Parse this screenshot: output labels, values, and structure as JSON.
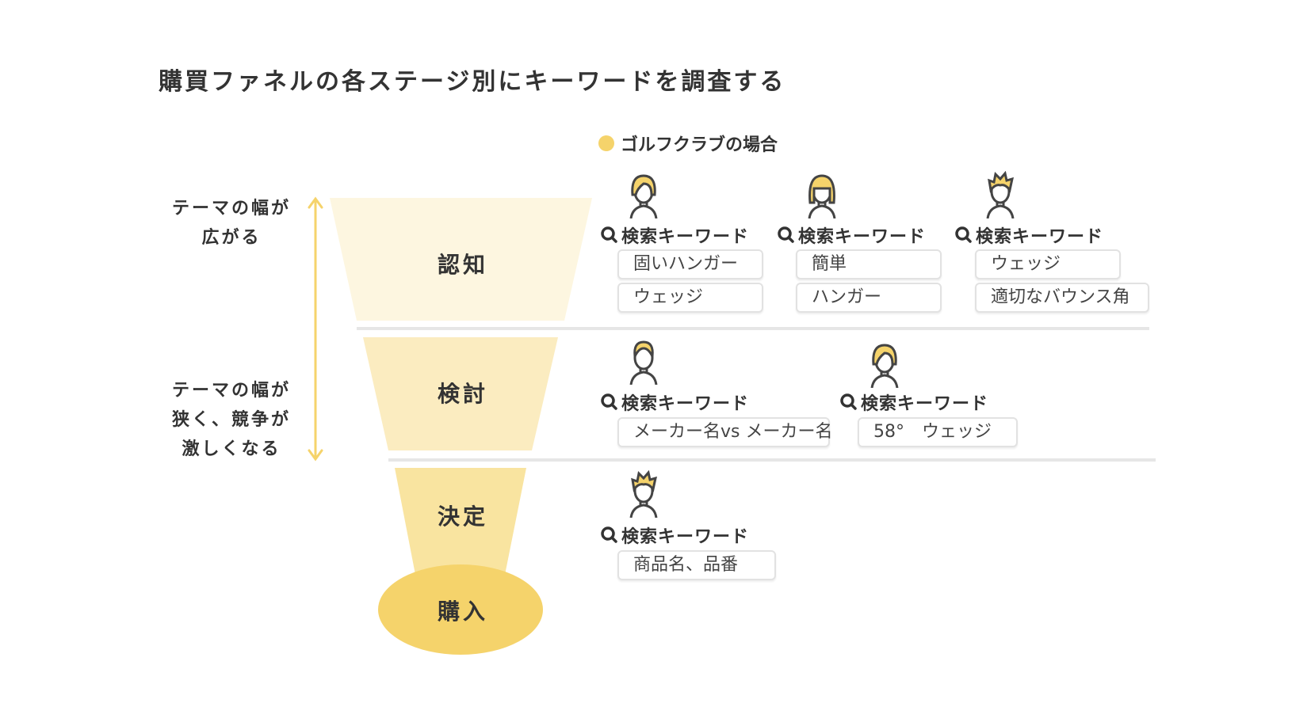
{
  "title": "購買ファネルの各ステージ別にキーワードを調査する",
  "legend": {
    "label": "ゴルフクラブの場合",
    "color": "#f5d36b"
  },
  "side_notes": {
    "top": [
      "テーマの幅が",
      "広がる"
    ],
    "bottom": [
      "テーマの幅が",
      "狭く、競争が",
      "激しくなる"
    ]
  },
  "stages": [
    {
      "label": "認知",
      "color": "#fdf6e0"
    },
    {
      "label": "検討",
      "color": "#fbecc0"
    },
    {
      "label": "決定",
      "color": "#f9e4a0"
    },
    {
      "label": "購入",
      "color": "#f5d36b"
    }
  ],
  "keyword_heading": "検索キーワード",
  "personas": {
    "awareness": [
      {
        "avatar": "female-bob",
        "keywords": [
          "固いハンガー",
          "ウェッジ"
        ]
      },
      {
        "avatar": "female-long",
        "keywords": [
          "簡単",
          "ハンガー"
        ]
      },
      {
        "avatar": "male-spiky",
        "keywords": [
          "ウェッジ",
          "適切なバウンス角"
        ]
      }
    ],
    "consideration": [
      {
        "avatar": "male-short",
        "keywords": [
          "メーカー名vs メーカー名"
        ]
      },
      {
        "avatar": "female-bob",
        "keywords": [
          "58°　ウェッジ"
        ]
      }
    ],
    "decision": [
      {
        "avatar": "male-spiky",
        "keywords": [
          "商品名、品番"
        ]
      }
    ]
  }
}
